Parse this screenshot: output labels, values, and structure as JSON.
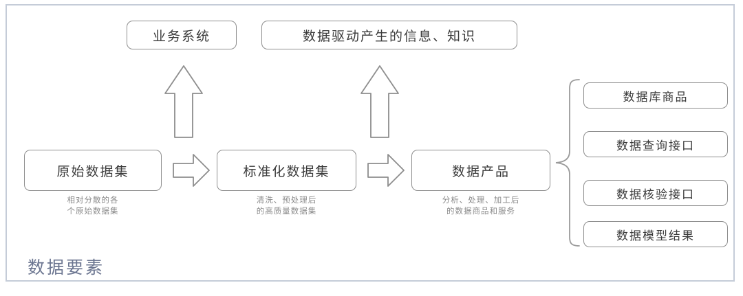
{
  "diagram": {
    "title_label": "数据要素",
    "top_boxes": [
      {
        "id": "business",
        "label": "业务系统"
      },
      {
        "id": "knowledge",
        "label": "数据驱动产生的信息、知识"
      }
    ],
    "pipeline": [
      {
        "id": "raw",
        "label": "原始数据集",
        "caption": "相对分散的各\n个原始数据集"
      },
      {
        "id": "standard",
        "label": "标准化数据集",
        "caption": "清洗、预处理后\n的高质量数据集"
      },
      {
        "id": "product",
        "label": "数据产品",
        "caption": "分析、处理、加工后\n的数据商品和服务"
      }
    ],
    "outputs": [
      {
        "id": "db-goods",
        "label": "数据库商品"
      },
      {
        "id": "query-api",
        "label": "数据查询接口"
      },
      {
        "id": "verify-api",
        "label": "数据核验接口"
      },
      {
        "id": "model-result",
        "label": "数据模型结果"
      }
    ],
    "connectors": {
      "up_arrow_1": "up-arrow",
      "up_arrow_2": "up-arrow",
      "right_arrow_1": "right-arrow",
      "right_arrow_2": "right-arrow",
      "brace": "left-curly-brace"
    },
    "colors": {
      "frame_border": "#c5ccd8",
      "box_border": "#8d8d8d",
      "box_text": "#3a3a3a",
      "caption_text": "#8a8a8a",
      "label_accent": "#6b7590",
      "background": "#ffffff"
    }
  }
}
